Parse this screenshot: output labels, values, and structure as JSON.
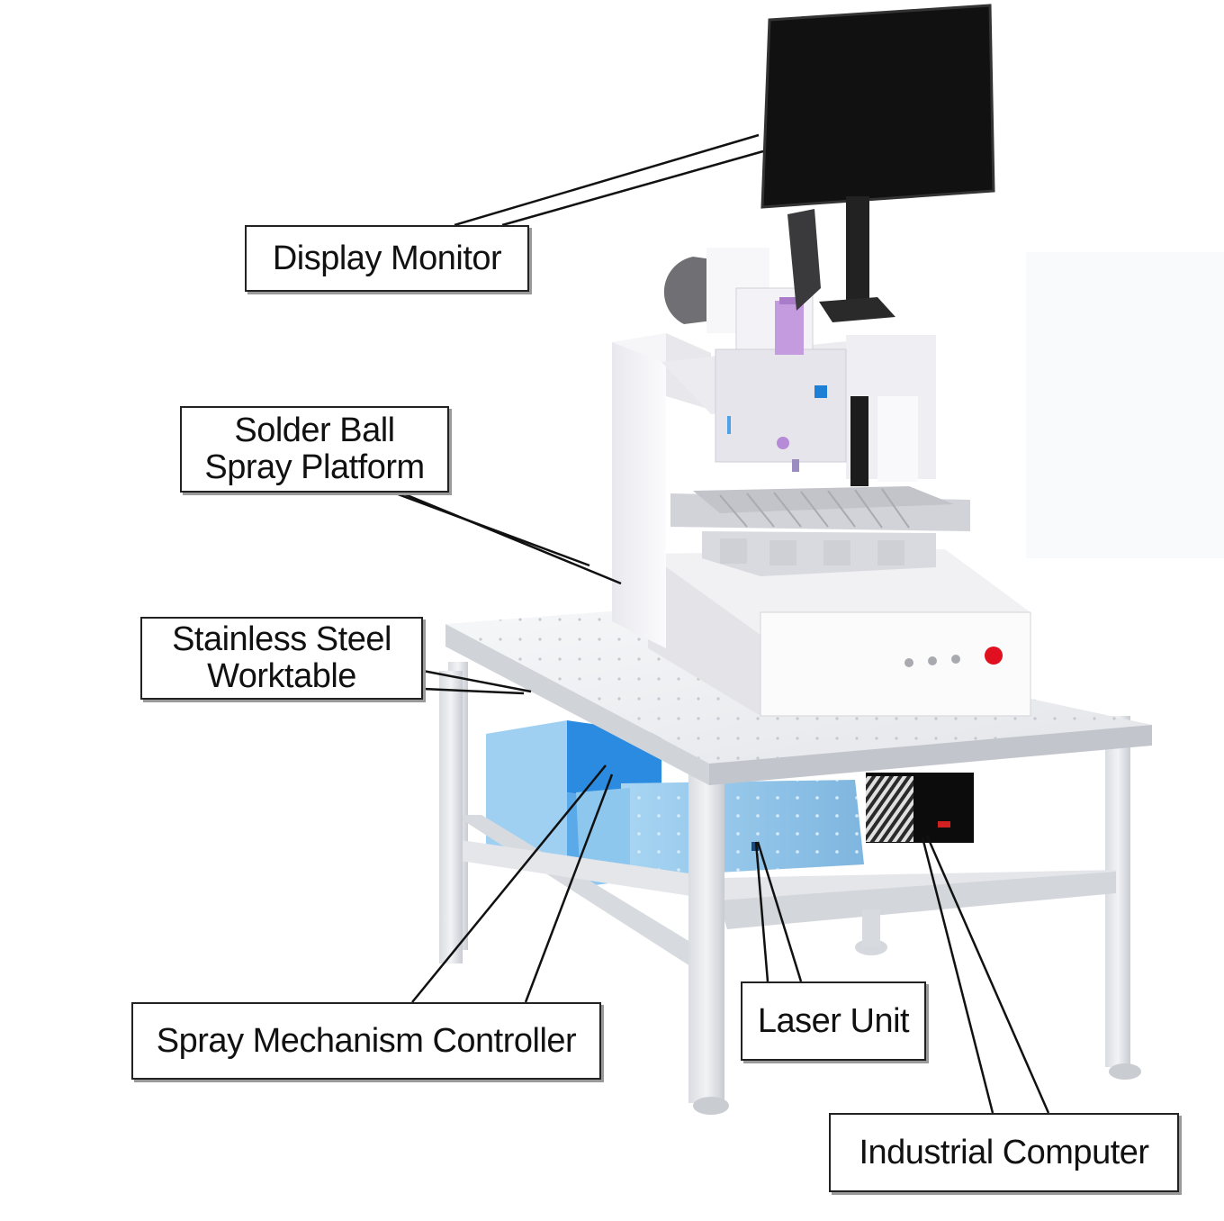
{
  "labels": {
    "display_monitor": "Display Monitor",
    "solder_ball_line1": "Solder Ball",
    "solder_ball_line2": "Spray Platform",
    "worktable_line1": "Stainless Steel",
    "worktable_line2": "Worktable",
    "spray_controller": "Spray Mechanism Controller",
    "laser_unit": "Laser Unit",
    "industrial_computer": "Industrial Computer"
  },
  "colors": {
    "frame": "#e6e8ec",
    "frame_shade": "#c9ccd2",
    "monitor": "#111111",
    "controller_blue": "#2b8be0",
    "laser_blue": "#8cc4ec",
    "pc_black": "#0c0c0c",
    "nozzle_purple": "#c59be0",
    "estop_red": "#e01020"
  }
}
